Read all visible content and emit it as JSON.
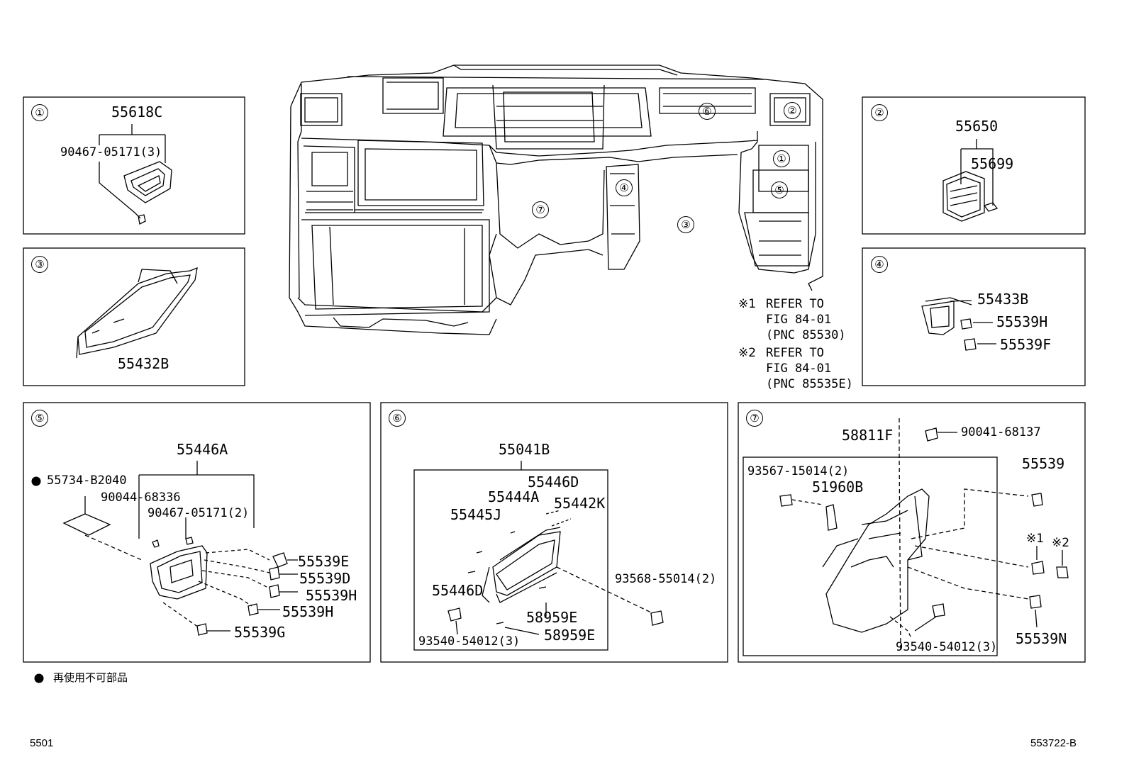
{
  "callouts": [
    "①",
    "②",
    "③",
    "④",
    "⑤",
    "⑥",
    "⑦"
  ],
  "panel1": {
    "part_main": "55618C",
    "part_clip": "90467-05171(3)"
  },
  "panel2": {
    "part_main": "55650",
    "part_sub": "55699"
  },
  "panel3": {
    "part_main": "55432B"
  },
  "panel4": {
    "parts": [
      "55433B",
      "55539H",
      "55539F"
    ]
  },
  "panel5": {
    "part_main": "55446A",
    "non_reusable_part": "55734-B2040",
    "clip_a": "90044-68336",
    "clip_b": "90467-05171(2)",
    "plugs": [
      "55539E",
      "55539D",
      "55539H",
      "55539H",
      "55539G"
    ]
  },
  "panel6": {
    "part_main": "55041B",
    "parts": [
      "55446D",
      "55444A",
      "55445J",
      "55442K",
      "55446D",
      "58959E",
      "58959E"
    ],
    "screw_a": "93568-55014(2)",
    "screw_b": "93540-54012(3)"
  },
  "panel7": {
    "part_main": "58811F",
    "bolt_top": "90041-68137",
    "screw_a": "93567-15014(2)",
    "part_b": "51960B",
    "part_c": "55539",
    "mark_1": "※1",
    "mark_2": "※2",
    "part_d": "55539N",
    "screw_b": "93540-54012(3)"
  },
  "refer_notes": [
    {
      "mark": "※1",
      "line1": "REFER TO",
      "line2": "FIG 84-01",
      "line3": "(PNC 85530)"
    },
    {
      "mark": "※2",
      "line1": "REFER TO",
      "line2": "FIG 84-01",
      "line3": "(PNC 85535E)"
    }
  ],
  "legend": {
    "text": "再使用不可部品"
  },
  "footer": {
    "left": "5501",
    "right": "553722-B"
  }
}
